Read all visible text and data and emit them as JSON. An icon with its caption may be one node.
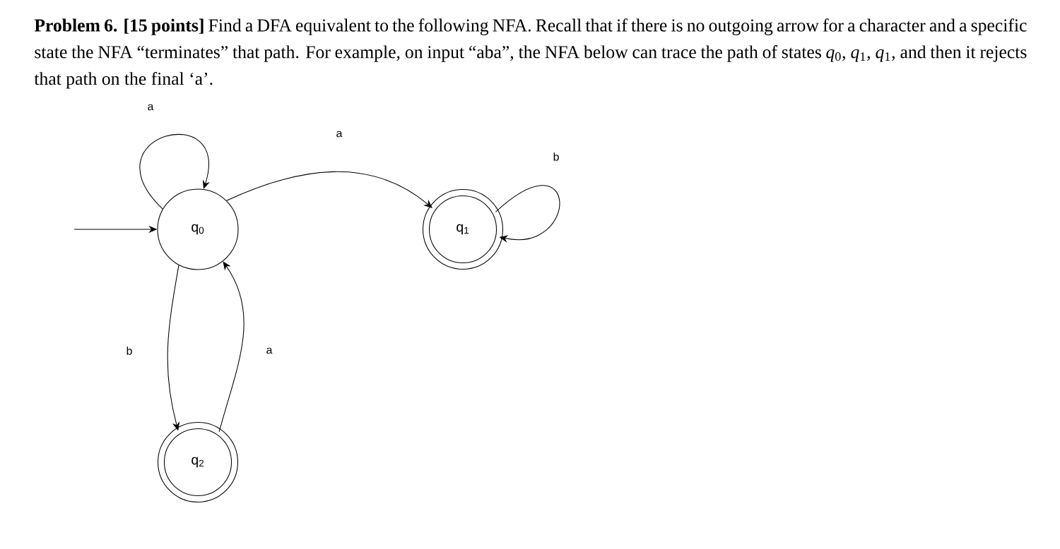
{
  "diagram": {
    "nodes": [
      {
        "text": [
          "q$_{0}$"
        ]
      },
      {
        "text": [
          "q$_{1}$"
        ]
      },
      {
        "text": [
          "q$_{2}$"
        ]
      }
    ],
    "edges": [
      {
        "from": null,
        "to": 0,
        "arrow": "to"
      },
      {
        "from": 0,
        "to": 0,
        "arrow": "to",
        "label": "a"
      },
      {
        "from": 0,
        "to": 1,
        "arrow": "to",
        "label": "a"
      },
      {
        "from": 1,
        "to": 1,
        "arrow": "to",
        "label": "b"
      },
      {
        "from": 0,
        "to": 2,
        "arrow": "to",
        "label": "b"
      },
      {
        "from": 2,
        "to": 0,
        "arrow": "to",
        "label": "a"
      }
    ],
    "labels": [
      "**Problem 6. [15 points]** Find a DFA equivalent to the following NFA. Recall that if there is no outgoing arrow for a character and a specific state the NFA “terminates” that path. For example, on input “aba”, the NFA below can trace the path of states *q*$_{0}$, *q*$_{1}$, *q*$_{1}$, and then it rejects that path on the final ‘a’."
    ]
  }
}
